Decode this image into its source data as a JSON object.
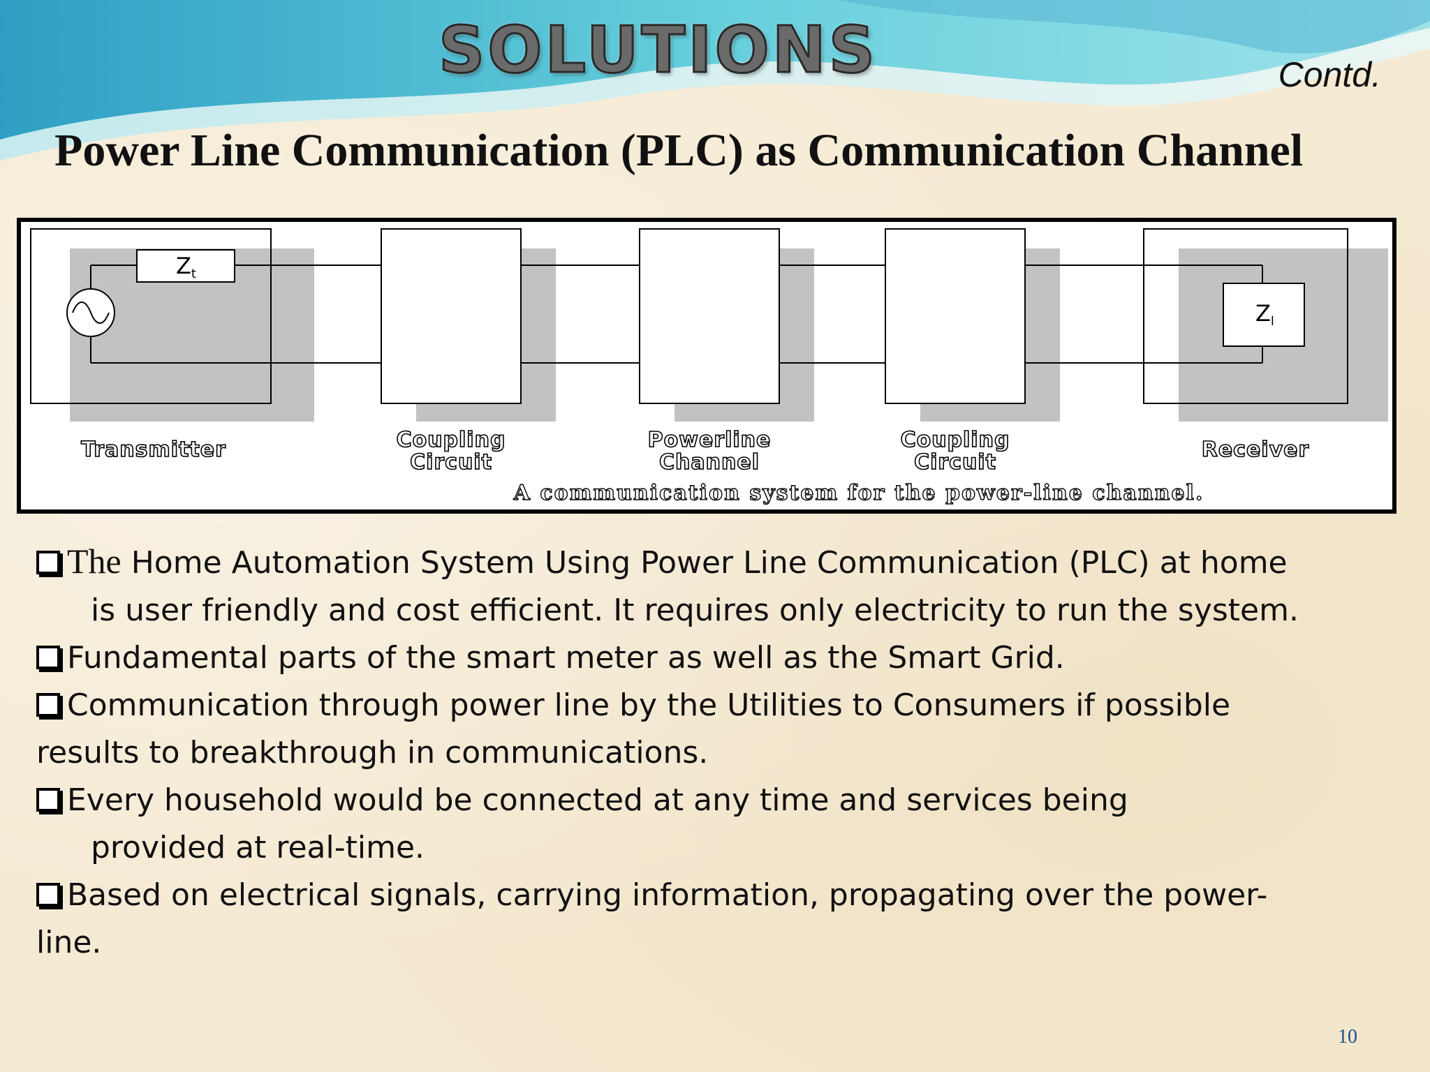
{
  "slide": {
    "heading": "SOLUTIONS",
    "contd": "Contd.",
    "title": "Power Line Communication (PLC) as Communication Channel",
    "page_number": "10"
  },
  "diagram": {
    "blocks": [
      {
        "label_line1": "Transmitter",
        "label_line2": ""
      },
      {
        "label_line1": "Coupling",
        "label_line2": "Circuit"
      },
      {
        "label_line1": "Powerline",
        "label_line2": "Channel"
      },
      {
        "label_line1": "Coupling",
        "label_line2": "Circuit"
      },
      {
        "label_line1": "Receiver",
        "label_line2": ""
      }
    ],
    "transmitter_impedance": "Z",
    "transmitter_impedance_sub": "t",
    "receiver_impedance": "Z",
    "receiver_impedance_sub": "l",
    "caption": "A communication system for the power-line channel."
  },
  "bullets": {
    "b1_first": "The",
    "b1_rest": " Home Automation System Using Power Line Communication (PLC) at home",
    "b1_cont": "is user friendly and cost efficient. It requires only electricity to run the system.",
    "b2": "Fundamental parts of the smart meter as well as the Smart Grid.",
    "b3": "Communication through power line by the Utilities to Consumers if possible",
    "b3_cont": "results to breakthrough in communications.",
    "b4": "Every household would be connected at any time and services being",
    "b4_cont": "provided at real-time.",
    "b5": "Based on electrical signals, carrying information, propagating over the power-",
    "b5_cont": "line."
  },
  "colors": {
    "background": "#f5ead3",
    "wave_dark": "#3fa8c8",
    "wave_light": "#8fd6e3",
    "page_number": "#1d4e8f"
  }
}
